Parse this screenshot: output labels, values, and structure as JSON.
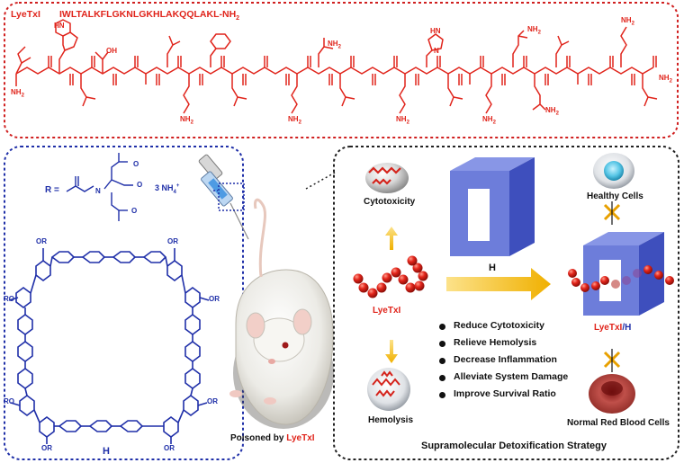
{
  "peptide": {
    "name": "LyeTxI",
    "sequence": "IWLTALKFLGKNLGKHLAKQQLAKL-NH",
    "sequence_subscript": "2",
    "amine_label": "NH",
    "amine_subscript": "2",
    "oh_label": "OH",
    "hn_label": "HN",
    "nh_label": "NH",
    "n_label": "N",
    "h_label": "H",
    "o_label": "O",
    "c_terminal_label": "NH"
  },
  "host": {
    "r_definition": "R =",
    "counterion": "3 NH",
    "counterion_subscript": "4",
    "counterion_charge": "+",
    "o_minus": "O",
    "or_label": "OR",
    "ro_label": "RO",
    "name": "H"
  },
  "center": {
    "caption_prefix": "Poisoned by ",
    "caption_highlight": "LyeTxI"
  },
  "strategy": {
    "cytotoxicity": "Cytotoxicity",
    "hemolysis": "Hemolysis",
    "peptide_label": "LyeTxI",
    "host_label": "H",
    "complex_label_a": "LyeTxI",
    "complex_label_b": "/H",
    "healthy_cells": "Healthy Cells",
    "normal_rbc": "Normal Red Blood Cells",
    "title": "Supramolecular Detoxification Strategy",
    "benefits": [
      "Reduce Cytotoxicity",
      "Relieve Hemolysis",
      "Decrease Inflammation",
      "Alleviate System Damage",
      "Improve Survival Ratio"
    ]
  },
  "colors": {
    "peptide_red": "#e0241b",
    "host_blue": "#1f2fa8",
    "box_blue": "#5d6fd6",
    "arrow_gold": "#f0b400",
    "cross_orange": "#e8a000",
    "top_border": "#d02020",
    "left_border": "#1f2fa8",
    "right_border": "#222222"
  }
}
